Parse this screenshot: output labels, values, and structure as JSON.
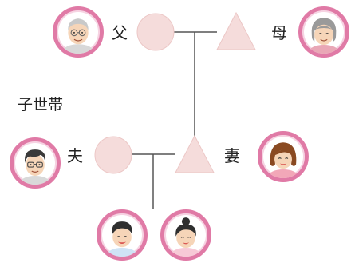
{
  "labels": {
    "father": "父",
    "mother": "母",
    "husband": "夫",
    "wife": "妻",
    "child_household": "子世帯"
  },
  "colors": {
    "symbol_fill": "#f5dcdb",
    "symbol_stroke": "#ecc7c6",
    "avatar_ring": "#e07aa6",
    "connector_line": "#555555"
  },
  "avatars": {
    "father": "elderly-man-icon",
    "mother": "elderly-woman-icon",
    "husband": "man-with-glasses-icon",
    "wife": "woman-icon",
    "son": "boy-icon",
    "daughter": "girl-icon"
  }
}
